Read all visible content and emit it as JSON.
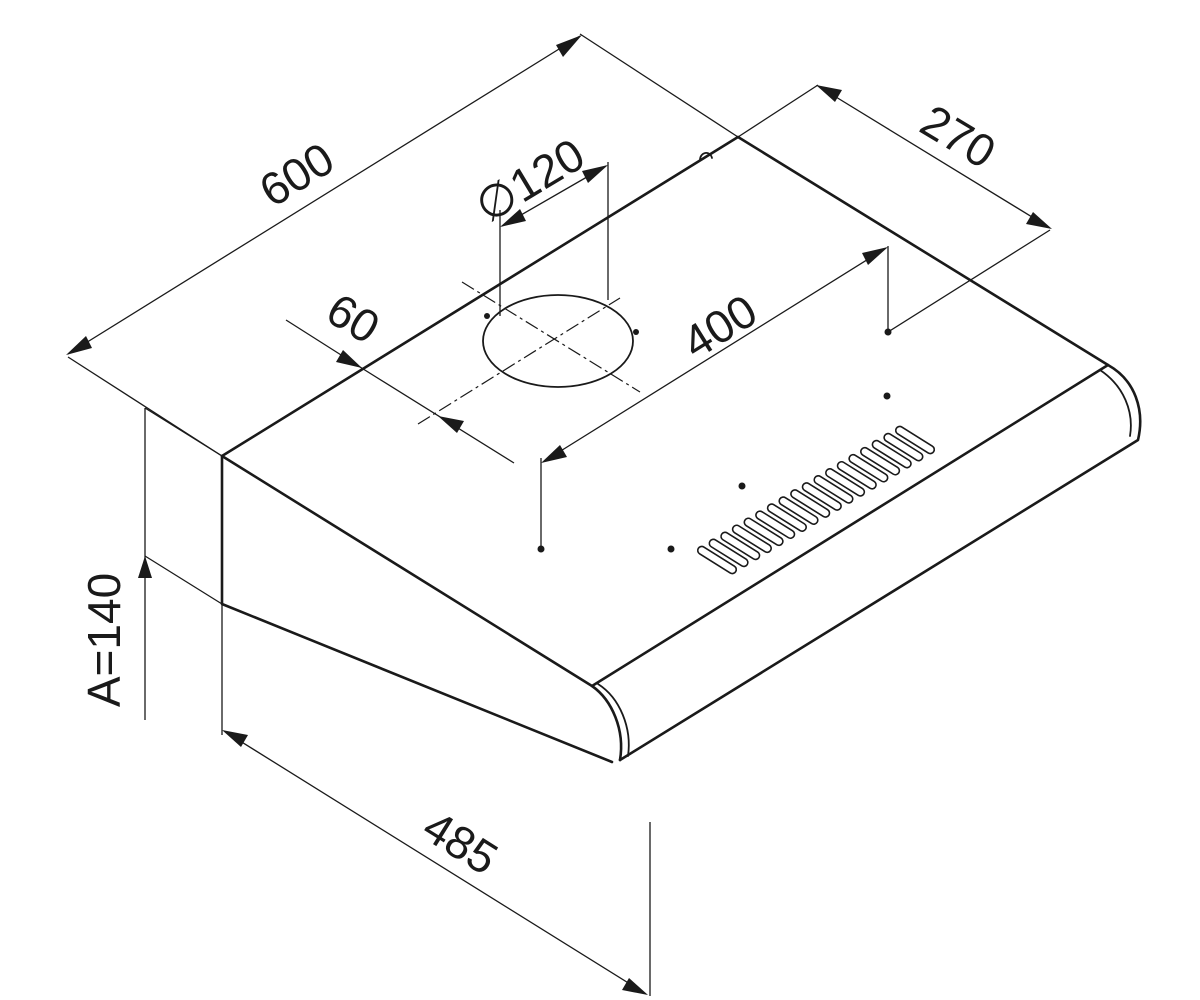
{
  "dimensions": {
    "width": "600",
    "depth_top": "270",
    "duct_diameter": "∅120",
    "duct_offset": "60",
    "hole_spacing": "400",
    "height": "A=140",
    "depth_total": "485"
  },
  "colors": {
    "line": "#1a1a1a",
    "background": "#ffffff"
  },
  "vent_slots": 18
}
